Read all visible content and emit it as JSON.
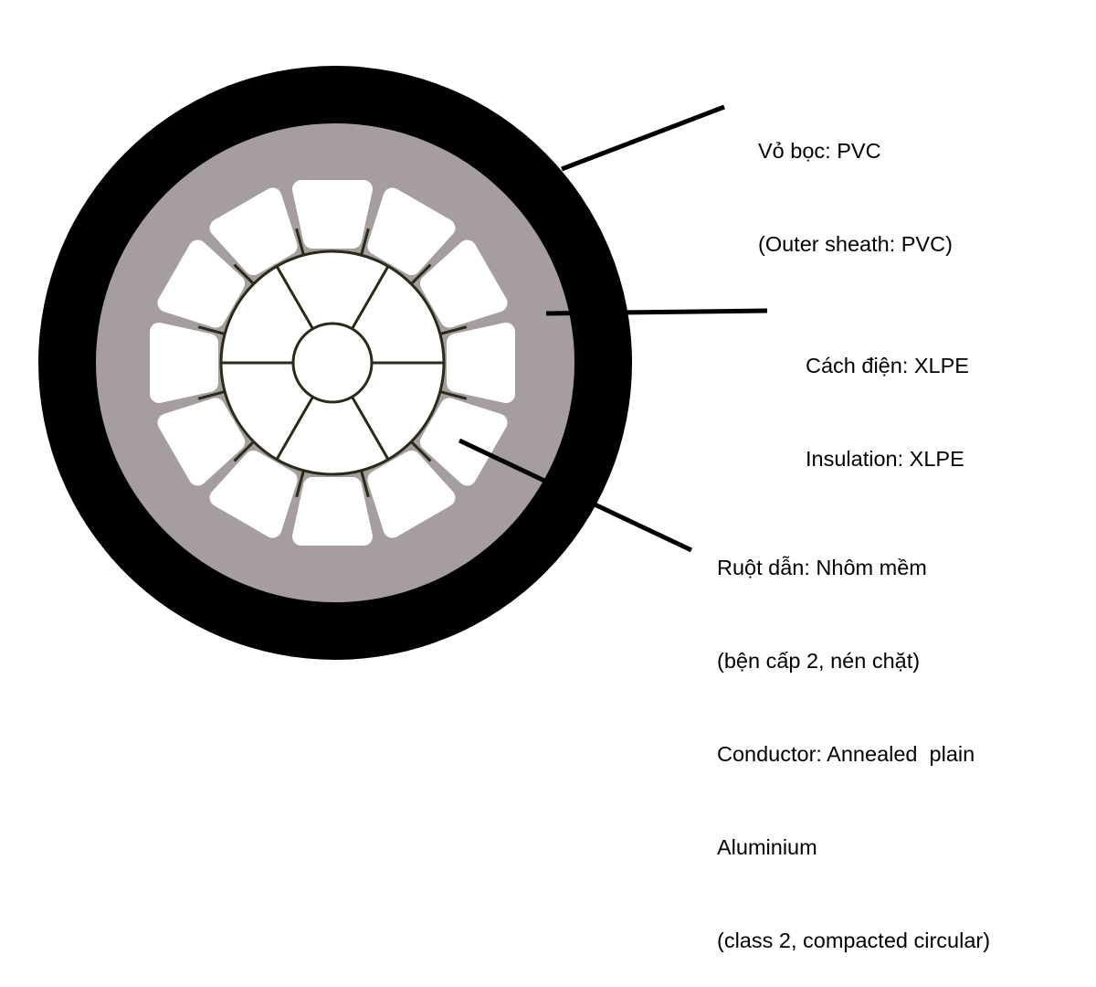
{
  "colors": {
    "sheath": "#000000",
    "insulation": "#a69e9e",
    "conductor": "#ffffff",
    "strand_outline": "#2a2a1a"
  },
  "labels": {
    "sheath": [
      "Vỏ bọc: PVC",
      "(Outer sheath: PVC)"
    ],
    "insulation": [
      "Cách điện: XLPE",
      "Insulation: XLPE"
    ],
    "conductor": [
      "Ruột dẫn: Nhôm mềm",
      "(bện cấp 2, nén chặt)",
      "Conductor: Annealed  plain",
      "Aluminium",
      "(class 2, compacted circular)"
    ]
  },
  "strands": {
    "center": 1,
    "inner_ring": 6,
    "outer_ring": 12
  }
}
